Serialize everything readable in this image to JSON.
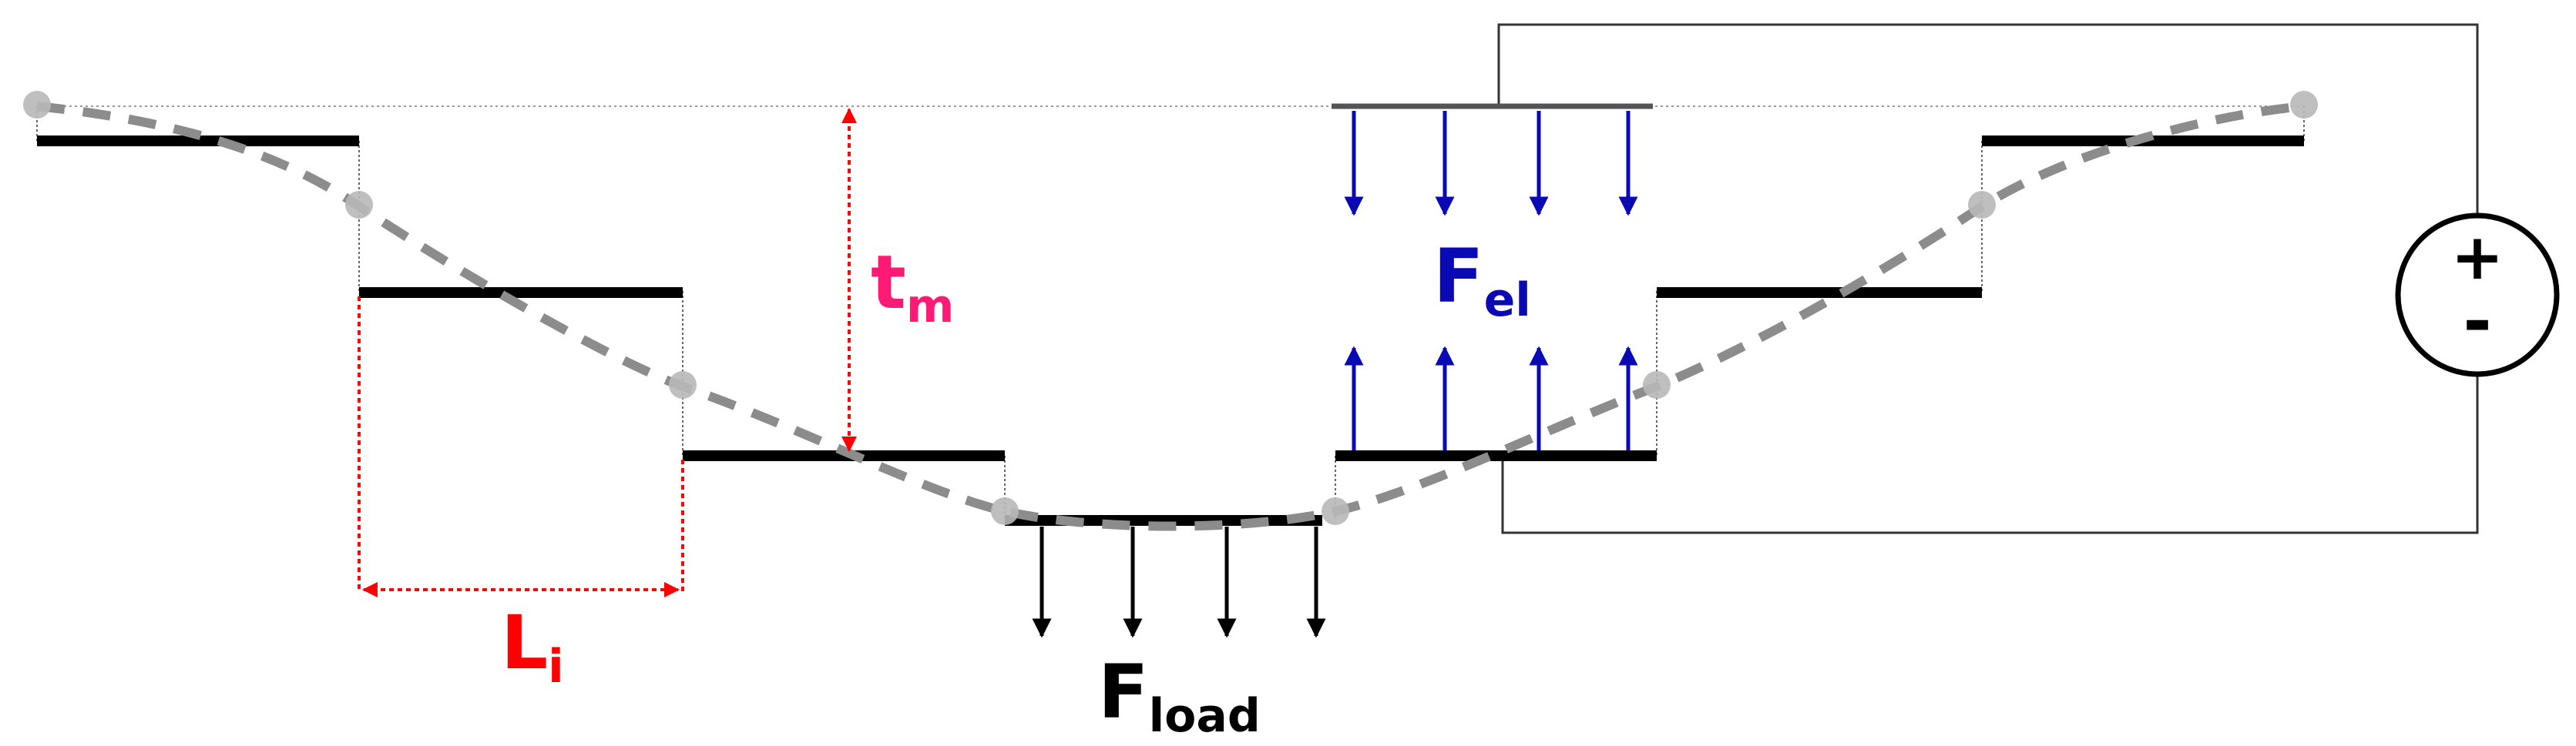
{
  "labels": {
    "thickness": {
      "main": "t",
      "sub": "m"
    },
    "length": {
      "main": "L",
      "sub": "i"
    },
    "electrostatic_force": {
      "main": "F",
      "sub": "el"
    },
    "load_force": {
      "main": "F",
      "sub": "load"
    }
  },
  "source": {
    "plus": "+",
    "minus": "-"
  },
  "colors": {
    "plate": "#000000",
    "deflection_curve": "#8c8c8c",
    "node": "#b8b8b8",
    "dimension": "#ff0000",
    "thickness_label": "#ff1a75",
    "length_label": "#ff0000",
    "electrostatic": "#0a0ab4",
    "load": "#000000",
    "wire": "#333333"
  }
}
